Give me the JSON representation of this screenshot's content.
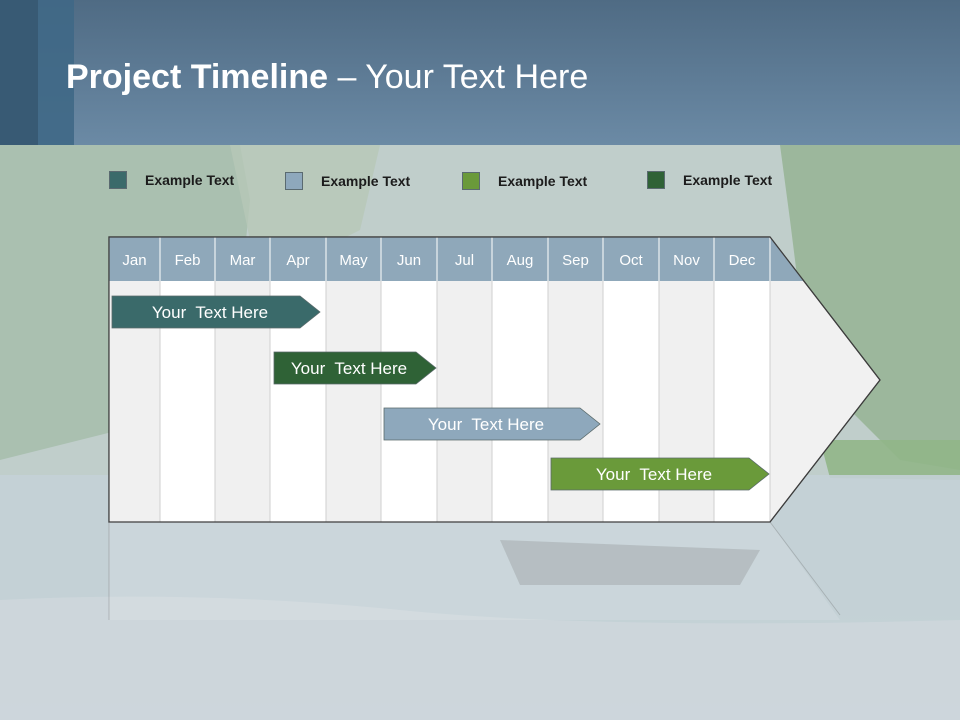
{
  "header": {
    "title_bold": "Project Timeline",
    "title_rest": " – Your Text Here"
  },
  "legend": [
    {
      "label": "Example Text",
      "color": "#3a6a6a"
    },
    {
      "label": "Example Text",
      "color": "#8ea8bc"
    },
    {
      "label": "Example Text",
      "color": "#6a9a3a"
    },
    {
      "label": "Example Text",
      "color": "#2f6236"
    }
  ],
  "timeline": {
    "months": [
      "Jan",
      "Feb",
      "Mar",
      "Apr",
      "May",
      "Jun",
      "Jul",
      "Aug",
      "Sep",
      "Oct",
      "Nov",
      "Dec"
    ],
    "header_color": "#8fa8ba",
    "bars": [
      {
        "label": "Your  Text Here",
        "color": "#3a6a6a",
        "start_month": "Jan",
        "end_month": "Apr"
      },
      {
        "label": "Your  Text Here",
        "color": "#2f6236",
        "start_month": "Apr",
        "end_month": "Jun"
      },
      {
        "label": "Your  Text Here",
        "color": "#8ea8bc",
        "start_month": "Jun",
        "end_month": "Sep"
      },
      {
        "label": "Your  Text Here",
        "color": "#6a9a3a",
        "start_month": "Sep",
        "end_month": "Dec"
      }
    ]
  }
}
